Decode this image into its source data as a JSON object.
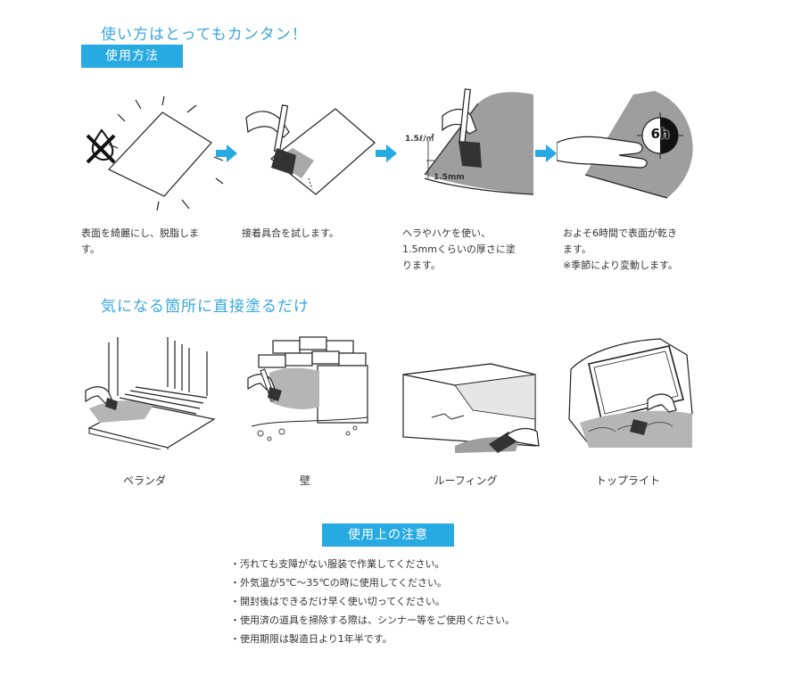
{
  "section1": {
    "heading": "使い方はとってもカンタン！",
    "badge": "使用方法",
    "steps": [
      {
        "text": "表面を綺麗にし、脱脂しま\nす。"
      },
      {
        "text": "接着具合を試します。"
      },
      {
        "text": "ヘラやハケを使い、\n1.5mmくらいの厚さに塗\nります。",
        "label_rate": "1.5ℓ/㎡",
        "label_thickness": "1.5mm"
      },
      {
        "text": "およそ6時間で表面が乾き\nます。\n※季節により変動します。",
        "timer": "6h"
      }
    ]
  },
  "section2": {
    "heading": "気になる箇所に直接塗るだけ",
    "places": [
      {
        "caption": "ベランダ"
      },
      {
        "caption": "壁"
      },
      {
        "caption": "ルーフィング"
      },
      {
        "caption": "トップライト"
      }
    ]
  },
  "section3": {
    "badge": "使用上の注意",
    "notes": [
      "・汚れても支障がない服装で作業してください。",
      "・外気温が5℃～35℃の時に使用してください。",
      "・開封後はできるだけ早く使い切ってください。",
      "・使用済の道具を掃除する際は、シンナー等をご使用ください。",
      "・使用期限は製造日より1年半です。"
    ]
  },
  "colors": {
    "accent": "#27a9e1",
    "heading": "#3aa7dd",
    "coating": "#bdbdbd",
    "coating_dark": "#8a8a8a"
  }
}
